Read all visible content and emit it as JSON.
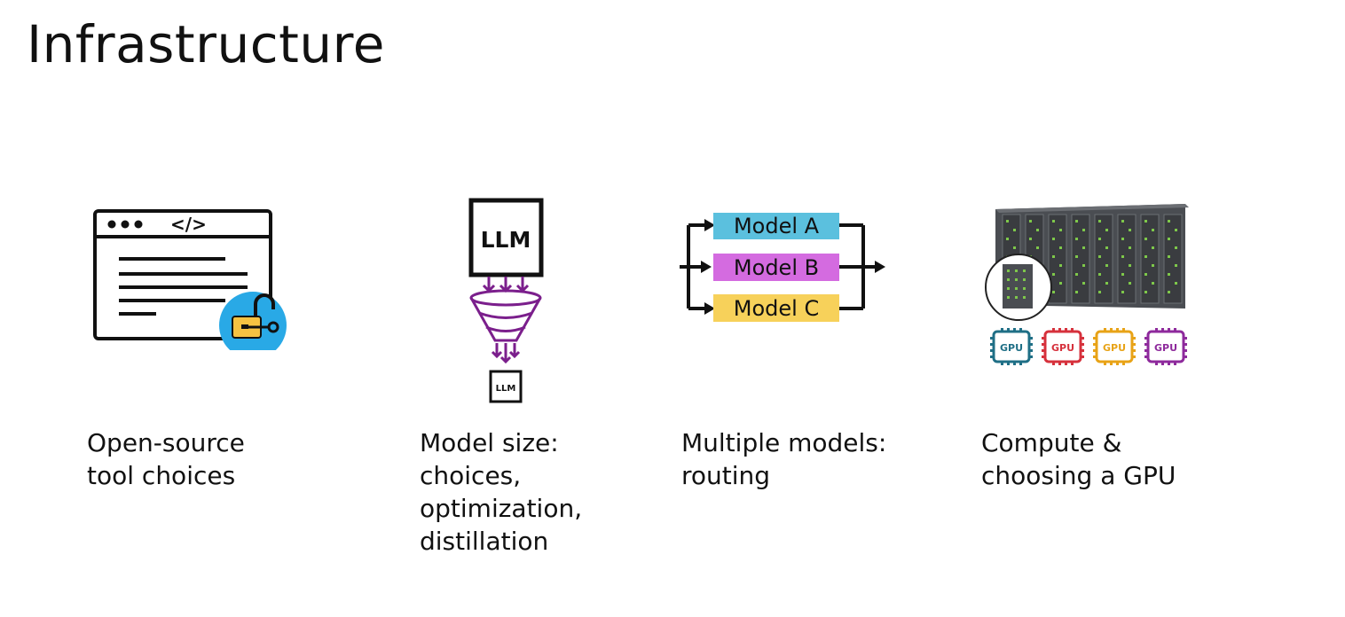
{
  "slide": {
    "title": "Infrastructure"
  },
  "items": [
    {
      "caption": "Open-source\ntool choices"
    },
    {
      "caption": "Model size:\nchoices,\noptimization,\ndistillation"
    },
    {
      "caption": "Multiple models:\nrouting"
    },
    {
      "caption": "Compute &\nchoosing a GPU"
    }
  ],
  "icons": {
    "code_tag": "</>",
    "llm_large": "LLM",
    "llm_small": "LLM",
    "models": [
      "Model A",
      "Model B",
      "Model C"
    ],
    "gpu_label": "GPU"
  },
  "colors": {
    "lock_circle": "#29a9e6",
    "lock_body": "#f5c242",
    "funnel": "#7b1f8c",
    "model_a": "#5bc0de",
    "model_b": "#d46be0",
    "model_c": "#f7d15a",
    "gpu": [
      "#1f6f86",
      "#d6313c",
      "#e8a317",
      "#8e2a9c"
    ]
  }
}
